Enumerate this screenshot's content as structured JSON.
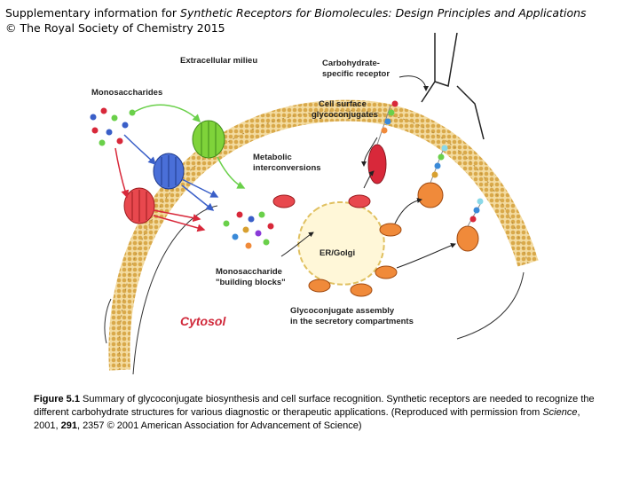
{
  "header": {
    "line1_prefix": "Supplementary information for ",
    "line1_title": "Synthetic Receptors for Biomolecules: Design Principles and Applications",
    "line2": "© The Royal Society of Chemistry 2015"
  },
  "figure": {
    "labels": {
      "extracellular": "Extracellular milieu",
      "carb_receptor_1": "Carbohydrate-",
      "carb_receptor_2": "specific receptor",
      "monosaccharides": "Monosaccharides",
      "cell_surface_1": "Cell surface",
      "cell_surface_2": "glycoconjugates",
      "metabolic_1": "Metabolic",
      "metabolic_2": "interconversions",
      "er_golgi": "ER/Golgi",
      "building_1": "Monosaccharide",
      "building_2": "\"building blocks\"",
      "cytosol": "Cytosol",
      "assembly_1": "Glycoconjugate assembly",
      "assembly_2": "in the secretory compartments"
    },
    "colors": {
      "membrane": "#e0b45a",
      "transporter_green": "#7fd33a",
      "transporter_blue": "#4a6fd8",
      "transporter_red": "#e8484e",
      "glyco_red": "#d8283a",
      "glyco_orange": "#f08a3a",
      "cytosol_text": "#d0283a",
      "arrow_blue": "#3a5fc8",
      "arrow_green": "#6ad04a"
    }
  },
  "caption": {
    "label": "Figure 5.1",
    "text": " Summary of glycoconjugate biosynthesis and cell surface recognition. Synthetic receptors are needed to recognize the different carbohydrate structures for various diagnostic or therapeutic applications. (Reproduced with permission from ",
    "journal": "Science",
    "mid": ", 2001, ",
    "volume": "291",
    "end": ", 2357 © 2001 American Association for Advancement of Science)"
  }
}
